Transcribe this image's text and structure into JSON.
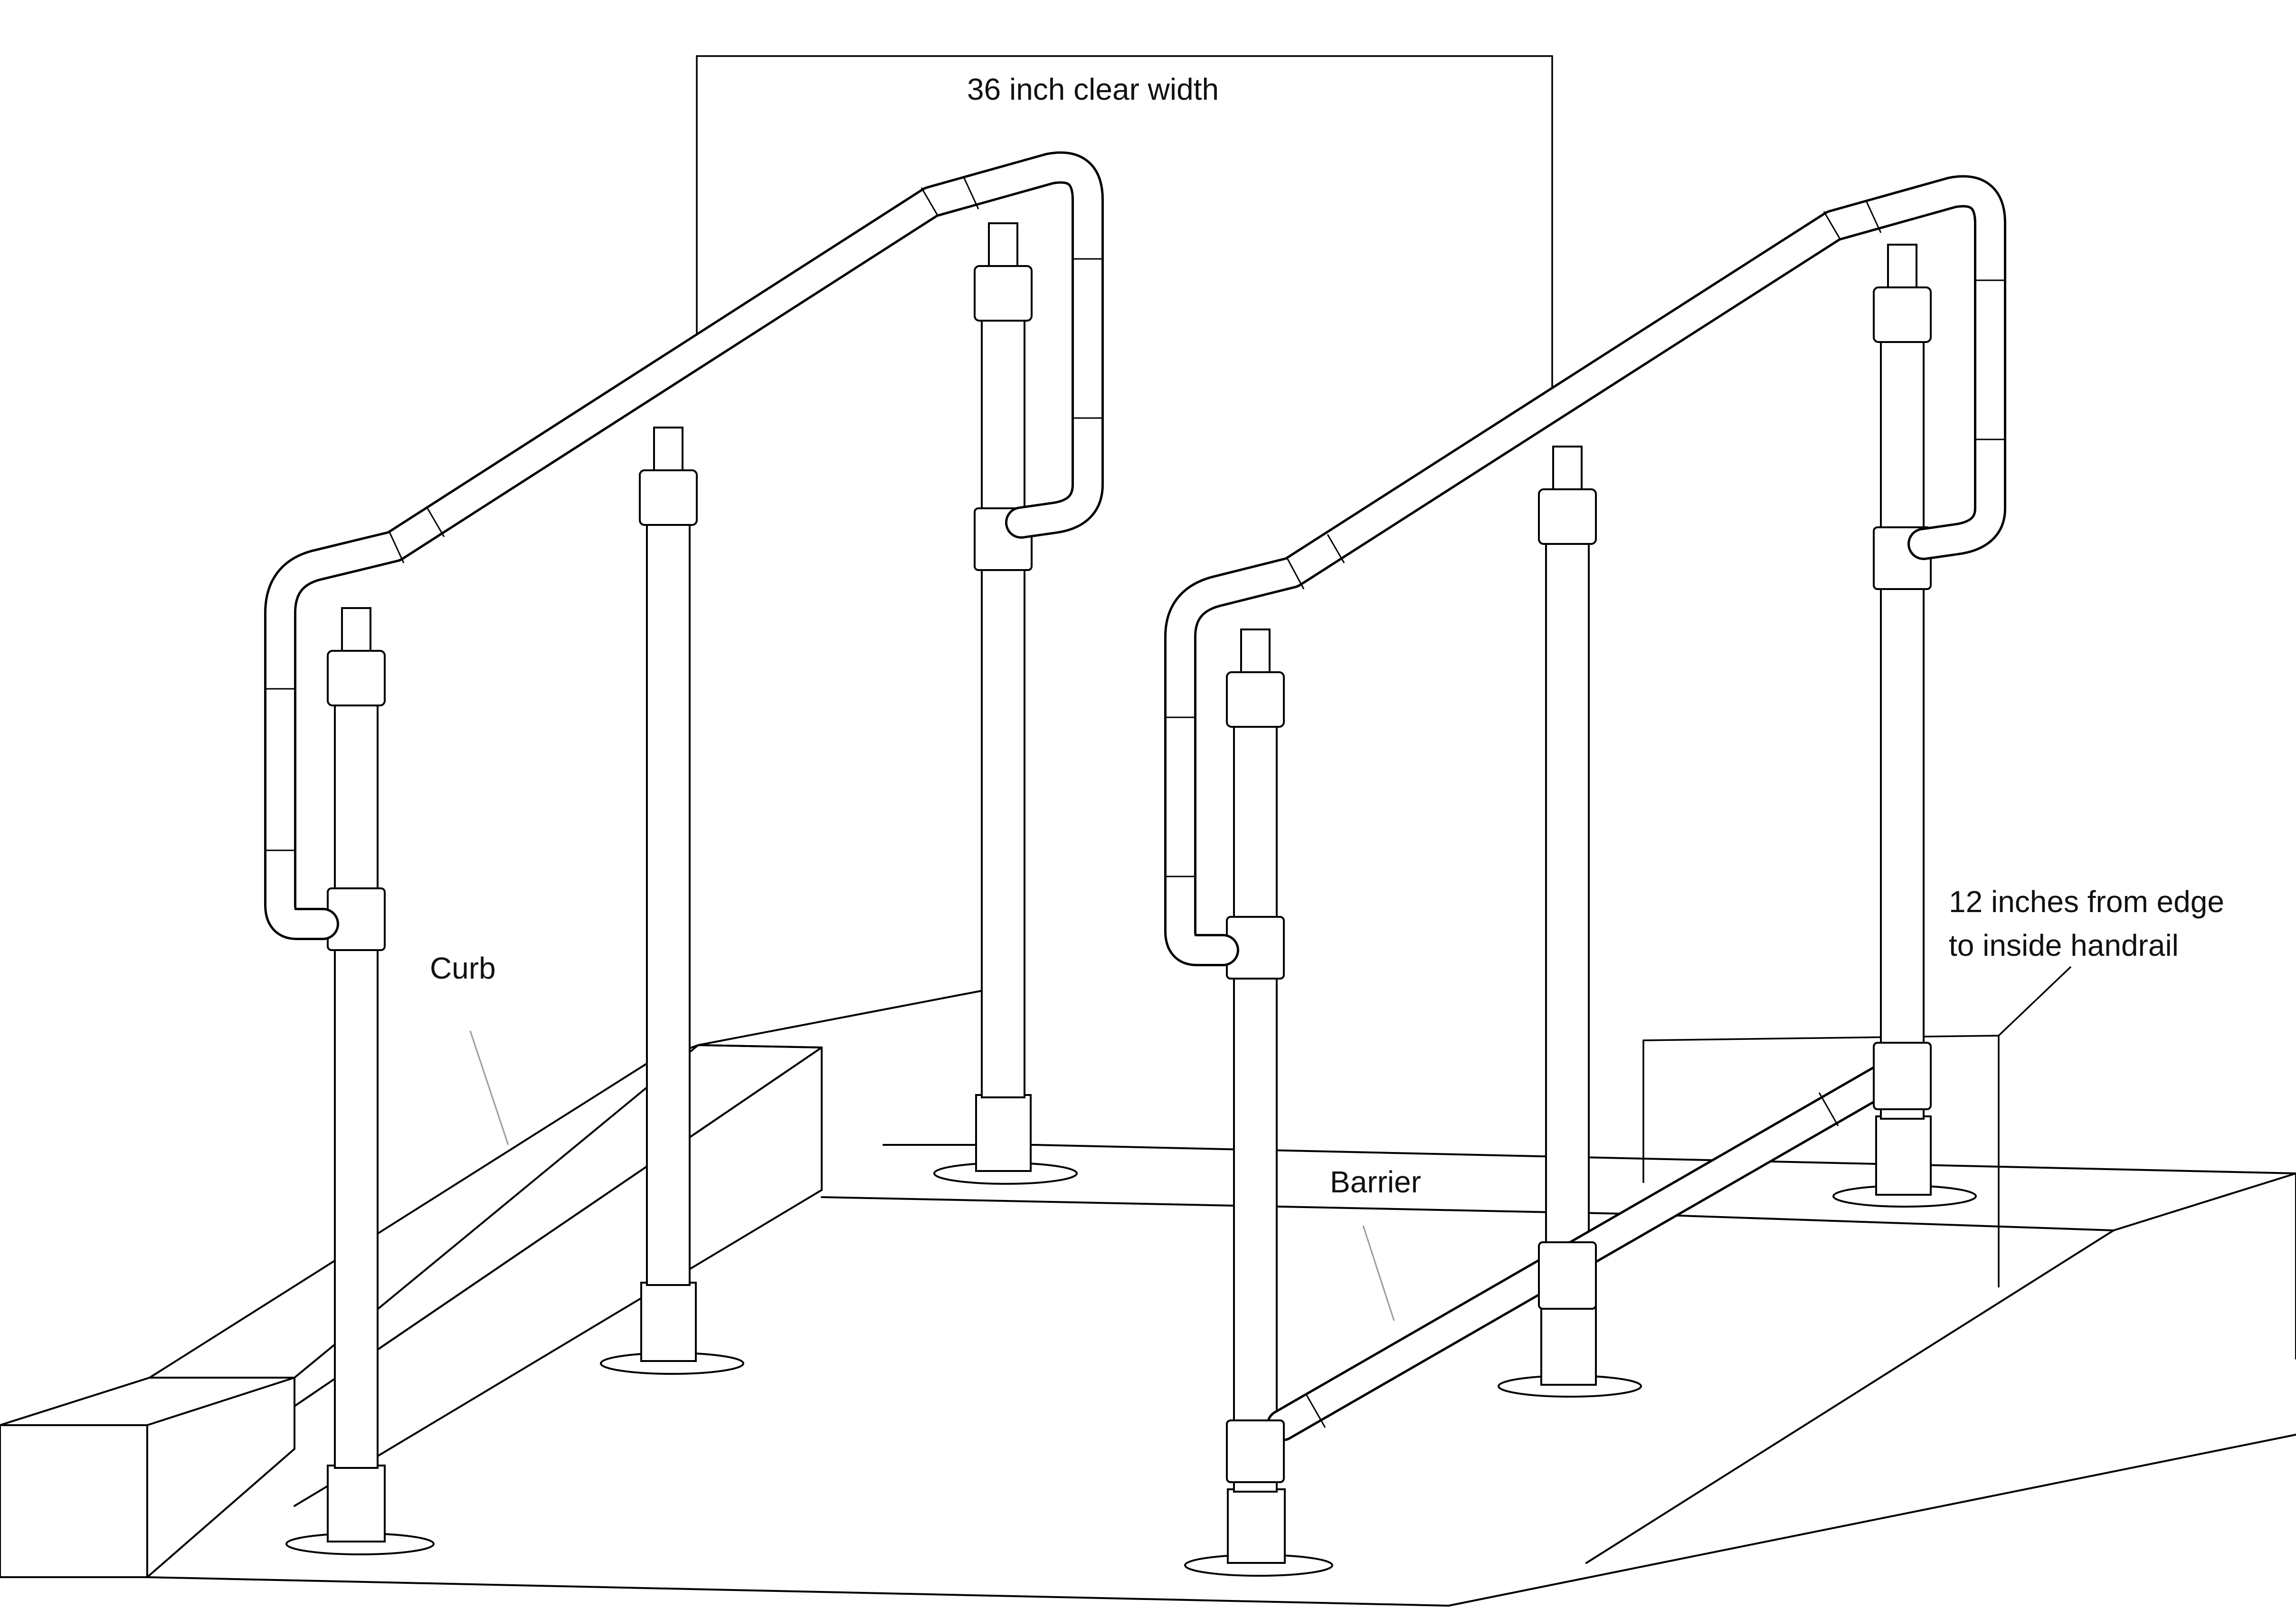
{
  "labels": {
    "clear_width": "36 inch clear width",
    "curb": "Curb",
    "barrier": "Barrier",
    "edge_line1": "12 inches from edge",
    "edge_line2": "to inside handrail"
  },
  "colors": {
    "line": "#000000",
    "leader": "#9a9a9a",
    "background": "#ffffff"
  }
}
